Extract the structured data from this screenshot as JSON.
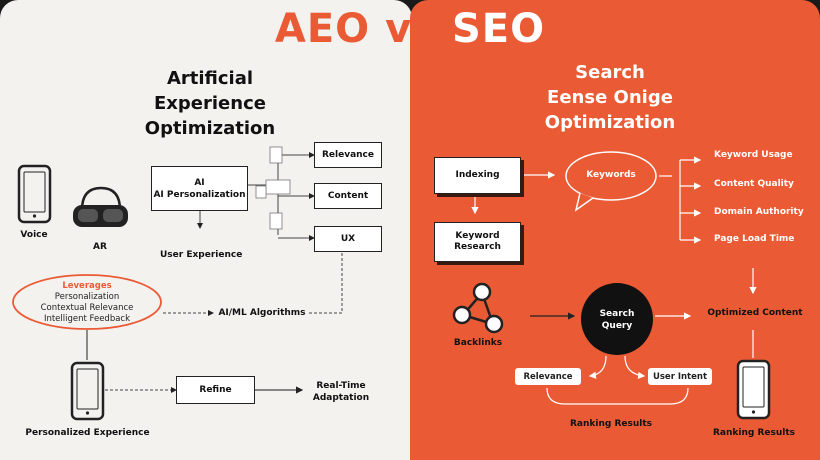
{
  "title": {
    "part1": "AEO",
    "part2": "vs",
    "part3": "SEO"
  },
  "left": {
    "heading_lines": [
      "Artificial",
      "Experience",
      "Optimization"
    ],
    "voice_label": "Voice",
    "ar_label": "AR",
    "ai_box_line1": "AI",
    "ai_box_line2": "AI Personalization",
    "user_experience": "User Experience",
    "relevance": "Relevance",
    "content": "Content",
    "ux": "UX",
    "leverages_title": "Leverages",
    "leverages_items": [
      "Personalization",
      "Contextual Relevance",
      "Intelligent Feedback"
    ],
    "algorithms": "AI/ML Algorithms",
    "refine": "Refine",
    "realtime_line1": "Real-Time",
    "realtime_line2": "Adaptation",
    "personalized_experience": "Personalized Experience"
  },
  "right": {
    "heading_lines": [
      "Search",
      "Eense Onige",
      "Optimization"
    ],
    "indexing": "Indexing",
    "keyword_research_line1": "Keyword",
    "keyword_research_line2": "Research",
    "keywords": "Keywords",
    "factors": [
      "Keyword Usage",
      "Content Quality",
      "Domain Authority",
      "Page Load Time"
    ],
    "backlinks": "Backlinks",
    "search_query_line1": "Search",
    "search_query_line2": "Query",
    "optimized_content": "Optimized Content",
    "relevance": "Relevance",
    "user_intent": "User Intent",
    "ranking_results_center": "Ranking Results",
    "ranking_results_right": "Ranking Results"
  },
  "colors": {
    "accent": "#ea5a34",
    "left_bg": "#f4f2ef",
    "ink": "#111111"
  }
}
